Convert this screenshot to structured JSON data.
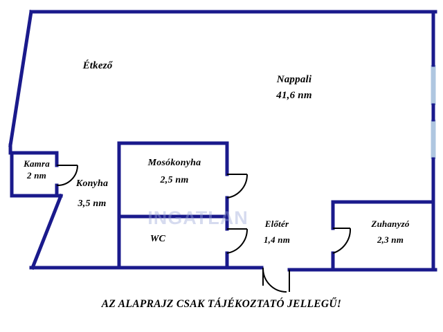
{
  "plan": {
    "wall_color": "#1a1a8c",
    "door_color": "#000000",
    "window_color": "#aec6e0",
    "background_color": "#ffffff",
    "disclaimer": "AZ ALAPRAJZ CSAK TÁJÉKOZTATÓ JELLEGŰ!",
    "watermark": "INGATLAN",
    "rooms": [
      {
        "key": "etkezo",
        "name": "Étkező",
        "area": ""
      },
      {
        "key": "nappali",
        "name": "Nappali",
        "area": "41,6 nm"
      },
      {
        "key": "kamra",
        "name": "Kamra",
        "area": "2 nm"
      },
      {
        "key": "konyha",
        "name": "Konyha",
        "area": "3,5 nm"
      },
      {
        "key": "mosokonyha",
        "name": "Mosókonyha",
        "area": "2,5 nm"
      },
      {
        "key": "wc",
        "name": "WC",
        "area": ""
      },
      {
        "key": "eloter",
        "name": "Előtér",
        "area": "1,4 nm"
      },
      {
        "key": "zuhanyzo",
        "name": "Zuhanyzó",
        "area": "2,3 nm"
      }
    ]
  }
}
